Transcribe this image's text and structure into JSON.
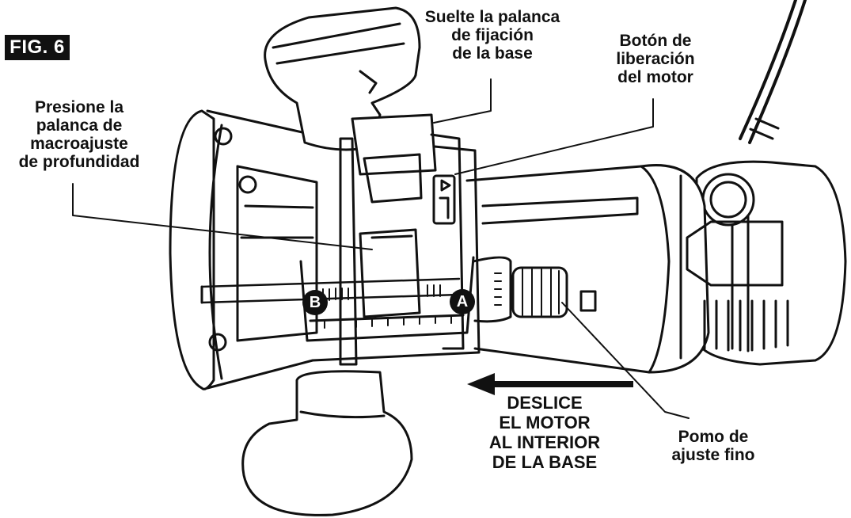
{
  "figure": {
    "label": "FIG. 6"
  },
  "callouts": {
    "release_lever": "Suelte la palanca\nde fijación\nde la base",
    "motor_release_button": "Botón de\nliberación\ndel motor",
    "macro_depth_lever": "Presione la\npalanca de\nmacroajuste\nde profundidad",
    "fine_adjust_knob": "Pomo de\najuste fino",
    "slide_motor": "DESLICE\nEL MOTOR\nAL INTERIOR\nDE LA BASE"
  },
  "markers": {
    "a": "A",
    "b": "B"
  },
  "colors": {
    "ink": "#111111",
    "paper": "#ffffff"
  }
}
